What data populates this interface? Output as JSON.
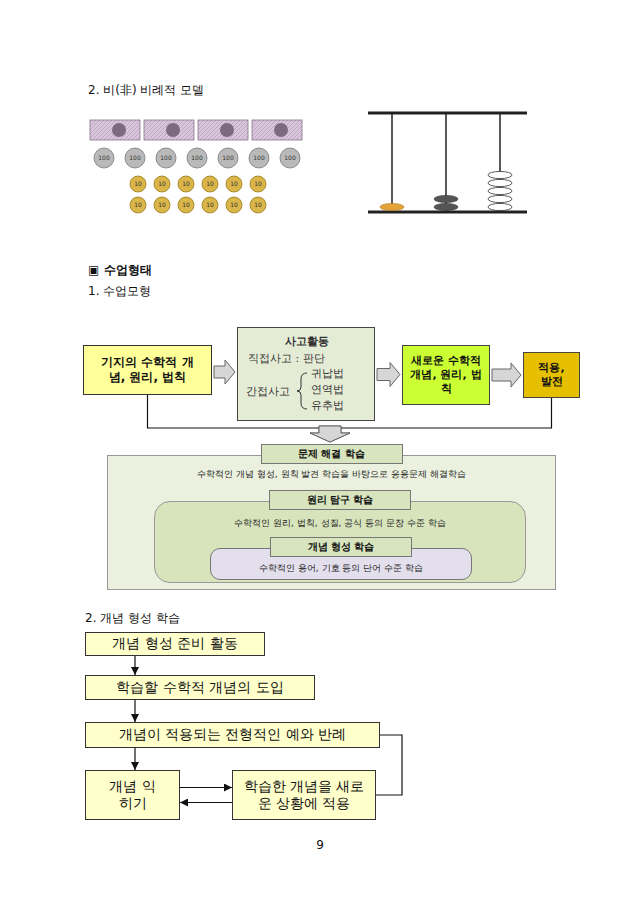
{
  "diagram": {
    "nodes": [
      {
        "text": [
          "기지의 수학적 개념, 원리, 법칙"
        ]
      },
      {
        "text": [
          "사고활동",
          "직접사고 : 판단",
          "간접사고",
          "귀납법",
          "연역법",
          "유추법"
        ]
      },
      {
        "text": [
          "새로운 수학적 개념, 원리, 법칙"
        ]
      },
      {
        "text": [
          "적용, 발전"
        ]
      },
      {
        "text": [
          "문제 해결 학습",
          "수학적인 개념 형성, 원칙 발견 학습을 바탕으로 응용문제 해결학습"
        ]
      },
      {
        "text": [
          "원리 탐구 학습",
          "수학적인 원리, 법칙, 성질, 공식 등의 문장 수준 학습"
        ],
        "in": 4
      },
      {
        "text": [
          "개념 형성 학습",
          "수학적인 용어, 기호 등의 단어 수준 학습"
        ],
        "in": 5
      },
      {
        "text": [
          "개념 형성 준비 활동"
        ]
      },
      {
        "text": [
          "학습할 수학적 개념의 도입"
        ]
      },
      {
        "text": [
          "개념이 적용되는 전형적인 예와 반례"
        ]
      },
      {
        "text": [
          "개념 익히기"
        ]
      },
      {
        "text": [
          "학습한 개념을 새로운 상황에 적용"
        ]
      }
    ],
    "edges": [
      {
        "from": 0,
        "to": 1,
        "arrow": "to"
      },
      {
        "from": 1,
        "to": 2,
        "arrow": "to"
      },
      {
        "from": 2,
        "to": 3,
        "arrow": "to"
      },
      {
        "from": 0,
        "to": 4,
        "arrow": "to"
      },
      {
        "from": 3,
        "to": 4,
        "arrow": "to"
      },
      {
        "from": 7,
        "to": 8,
        "arrow": "to"
      },
      {
        "from": 8,
        "to": 9,
        "arrow": "to"
      },
      {
        "from": 9,
        "to": 10,
        "arrow": "to"
      },
      {
        "from": 10,
        "to": 11,
        "arrow": "to"
      },
      {
        "from": 11,
        "to": 10,
        "arrow": "to"
      },
      {
        "from": 9,
        "to": 11,
        "arrow": "none"
      }
    ],
    "labels": [
      "2. 비(非) 비례적 모델",
      "100",
      "100",
      "100",
      "100",
      "100",
      "100",
      "100",
      "10",
      "10",
      "10",
      "10",
      "10",
      "10",
      "10",
      "10",
      "10",
      "10",
      "10",
      "10",
      "▣ 수업형태",
      "1. 수업모형",
      "2. 개념 형성 학습",
      "9"
    ]
  }
}
